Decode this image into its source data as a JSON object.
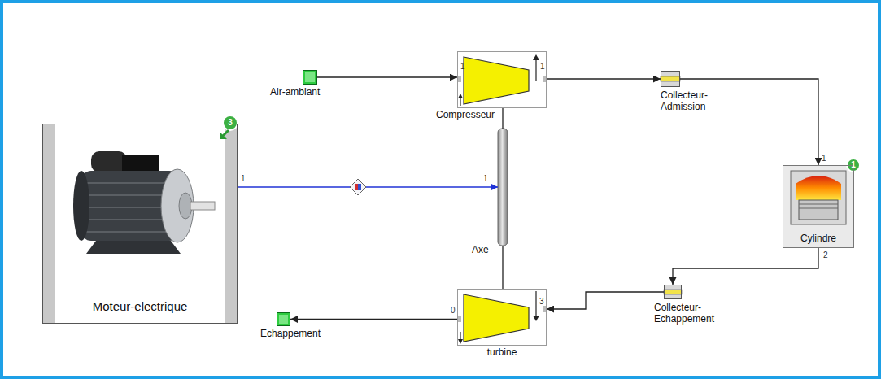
{
  "diagram": {
    "nodes": [
      {
        "text": [
          "Air-ambiant"
        ]
      },
      {
        "text": [
          "Compresseur"
        ]
      },
      {
        "text": [
          "Collecteur-Admission"
        ]
      },
      {
        "text": [
          "Moteur-electrique"
        ]
      },
      {
        "text": [
          "Axe"
        ]
      },
      {
        "text": [
          "Cylindre"
        ]
      },
      {
        "text": [
          "Collecteur-Echappement"
        ]
      },
      {
        "text": [
          "turbine"
        ]
      },
      {
        "text": [
          "Echappement"
        ]
      }
    ],
    "edges": [
      {
        "from": 0,
        "to": 1,
        "arrow": "to"
      },
      {
        "from": 1,
        "to": 2,
        "arrow": "to"
      },
      {
        "from": 2,
        "to": 5,
        "arrow": "to"
      },
      {
        "from": 3,
        "to": 4,
        "arrow": "to"
      },
      {
        "from": 1,
        "to": 4,
        "arrow": "none"
      },
      {
        "from": 4,
        "to": 7,
        "arrow": "none"
      },
      {
        "from": 5,
        "to": 6,
        "arrow": "to"
      },
      {
        "from": 6,
        "to": 7,
        "arrow": "to"
      },
      {
        "from": 7,
        "to": 8,
        "arrow": "to"
      }
    ],
    "labels": [
      "1",
      "1",
      "3",
      "1",
      "1",
      "1",
      "1",
      "2",
      "3",
      "0"
    ]
  }
}
